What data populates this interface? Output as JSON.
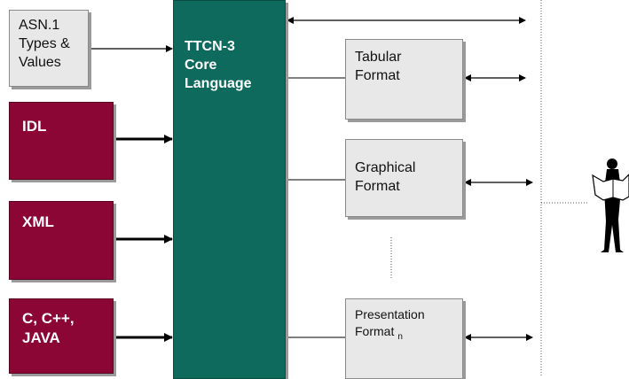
{
  "inputs": {
    "asn1": "ASN.1\nTypes &\nValues",
    "idl": "IDL",
    "xml": "XML",
    "c_java": "C, C++,\nJAVA"
  },
  "core": {
    "label": "TTCN-3\nCore\nLanguage"
  },
  "formats": {
    "tabular": "Tabular\nFormat",
    "graphical": "Graphical\nFormat",
    "presentation": "Presentation\nFormat",
    "presentation_sub": "n"
  },
  "colors": {
    "input_gray": "#e8e8e8",
    "input_red": "#8b0535",
    "core_green": "#0d6a5c"
  },
  "icons": {
    "user": "person-reading-icon"
  }
}
